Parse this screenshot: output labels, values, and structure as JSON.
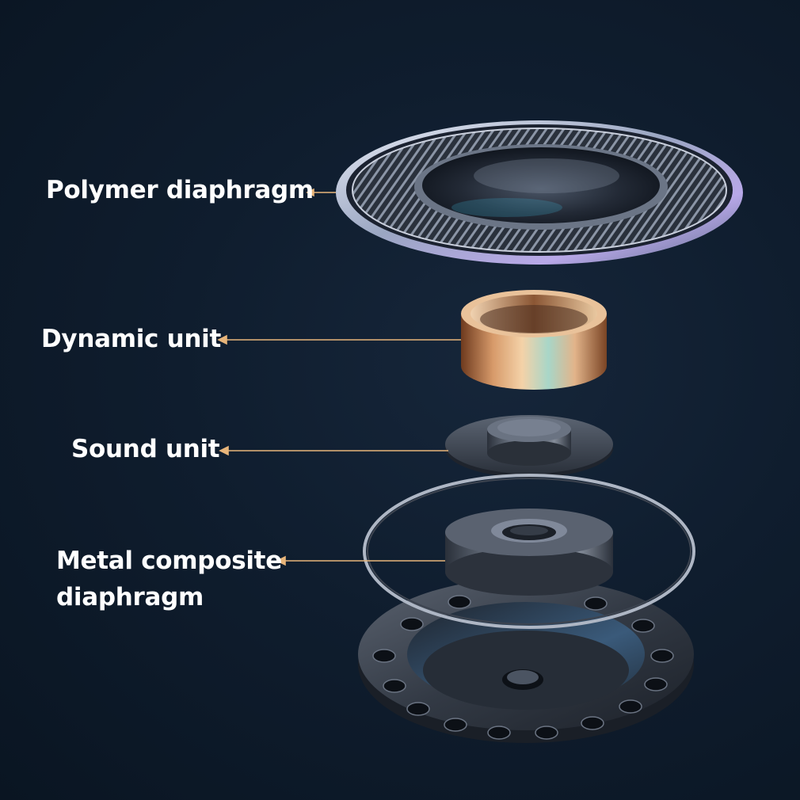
{
  "callouts": [
    {
      "id": "polymer",
      "lines": [
        "Polymer diaphragm"
      ]
    },
    {
      "id": "dynamic",
      "lines": [
        "Dynamic unit"
      ]
    },
    {
      "id": "sound",
      "lines": [
        "Sound unit"
      ]
    },
    {
      "id": "metal",
      "lines": [
        "Metal composite",
        "diaphragm"
      ]
    }
  ],
  "colors": {
    "background": "#0d1a2a",
    "text": "#ffffff",
    "leader": "#e8b57a",
    "copper": "#c8875a"
  }
}
